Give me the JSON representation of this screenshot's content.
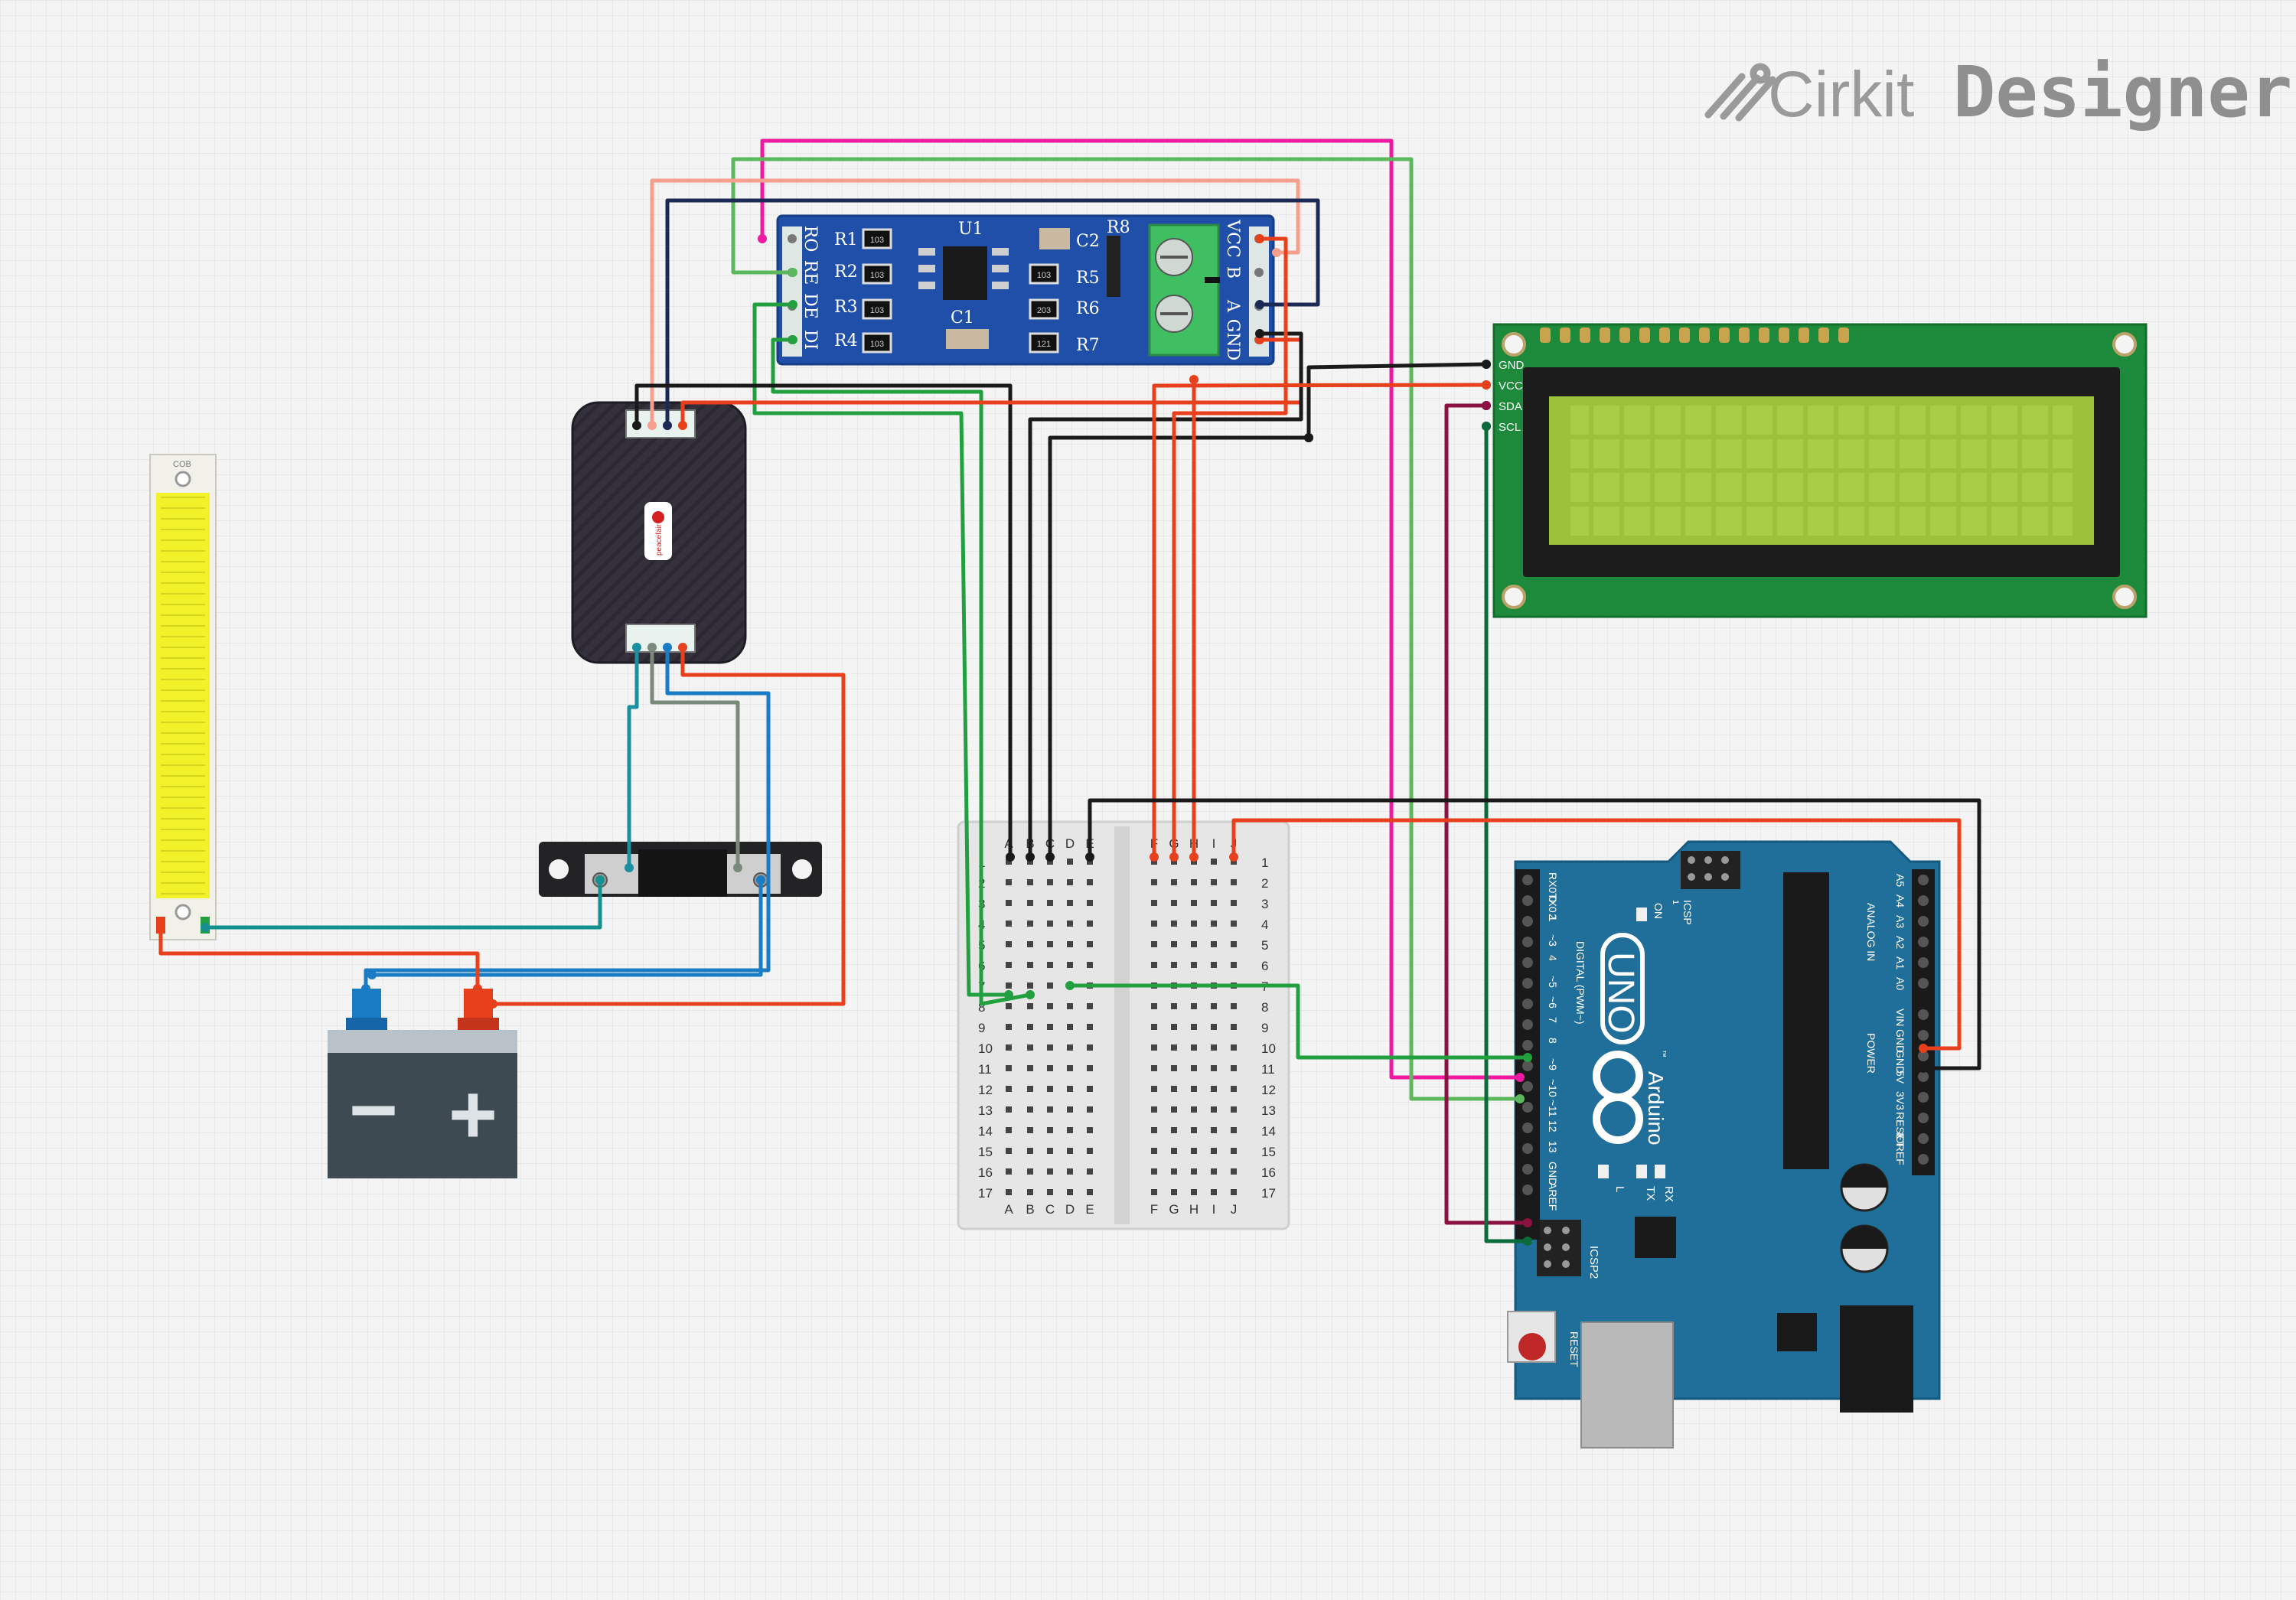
{
  "brand": {
    "name_left": "Cirkit",
    "name_right": "Designer"
  },
  "colors": {
    "grid": "#dcdcdc",
    "pcb_blue": "#1f4fa8",
    "arduino_teal": "#1f6f9a",
    "lcd_green": "#1c8a3a",
    "lcd_screen": "#9cc23a",
    "wire_red": "#e8401c",
    "wire_black": "#1a1a1a",
    "wire_pink": "#ee1aa0",
    "wire_green": "#22a040",
    "wire_lightgreen": "#5cb85c",
    "wire_salmon": "#f4a08c",
    "wire_navy": "#1b2a55",
    "wire_teal": "#159090",
    "wire_blue": "#1a7cc4",
    "wire_darkred": "#8a1140"
  },
  "rs485": {
    "left_pins": [
      "RO",
      "RE",
      "DE",
      "DI"
    ],
    "right_pins": [
      "VCC",
      "B",
      "A",
      "GND"
    ],
    "components": [
      "R1",
      "R2",
      "R3",
      "R4",
      "U1",
      "C1",
      "C2",
      "R5",
      "R6",
      "R7",
      "R8"
    ],
    "smd_codes": [
      "103",
      "103",
      "103",
      "103",
      "103",
      "203",
      "121"
    ]
  },
  "lcd": {
    "pins": [
      "GND",
      "VCC",
      "SDA",
      "SCL"
    ]
  },
  "breadboard": {
    "col_left": [
      "A",
      "B",
      "C",
      "D",
      "E"
    ],
    "col_right": [
      "F",
      "G",
      "H",
      "I",
      "J"
    ],
    "rows": [
      "1",
      "2",
      "3",
      "4",
      "5",
      "6",
      "7",
      "8",
      "9",
      "10",
      "11",
      "12",
      "13",
      "14",
      "15",
      "16",
      "17"
    ]
  },
  "arduino": {
    "logo": "UNO",
    "brand": "Arduino",
    "tm": "™",
    "digital_pins": [
      "RX0 0",
      "TX0 1",
      "2",
      "~3",
      "4",
      "~5",
      "~6",
      "7",
      "8",
      "~9",
      "~10",
      "~11",
      "12",
      "13",
      "GND",
      "AREF"
    ],
    "digital_title": "DIGITAL (PWM~)",
    "analog_pins": [
      "A5",
      "A4",
      "A3",
      "A2",
      "A1",
      "A0"
    ],
    "analog_title": "ANALOG IN",
    "power_pins": [
      "VIN",
      "GND",
      "GND",
      "5V",
      "3V3",
      "RESET",
      "IOREF"
    ],
    "power_title": "POWER",
    "on_label": "ON",
    "icsp_label": "ICSP",
    "icsp2_label": "ICSP2",
    "icsp_one": "1",
    "led_l": "L",
    "led_tx": "TX",
    "led_rx": "RX",
    "reset_label": "RESET"
  },
  "battery": {
    "minus": "−",
    "plus": "+"
  },
  "led_strip": {
    "top_label": "COB"
  },
  "pzem": {
    "logo": "peacefair"
  }
}
